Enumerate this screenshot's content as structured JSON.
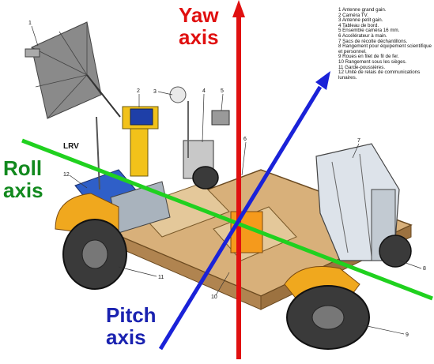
{
  "axes": {
    "yaw": "Yaw\naxis",
    "roll": "Roll\naxis",
    "pitch": "Pitch\naxis"
  },
  "vehicle_label": "LRV",
  "legend": [
    "1 Antenne grand gain.",
    "2 Caméra TV.",
    "3 Antenne petit gain.",
    "4 Tableau de bord.",
    "5 Ensemble caméra 16 mm.",
    "6 Accélérateur à main.",
    "7 Sacs de récolte déchantillons.",
    "8 Rangement pour équipement scientifique et personnel.",
    "9 Roues en filet de fil de fer.",
    "10 Rangement sous les sièges.",
    "11 Garde-poussières.",
    "12 Unité de relais de communications lunaires."
  ],
  "callouts": [
    "1",
    "2",
    "3",
    "4",
    "5",
    "6",
    "7",
    "8",
    "9",
    "10",
    "11",
    "12"
  ],
  "colors": {
    "yaw": "#e01010",
    "roll": "#12891e",
    "pitch": "#1a22b0",
    "chassis": "#c9a06a",
    "fenders": "#f0a81e",
    "tires": "#3a3a3a",
    "antenna": "#7a7a7a"
  }
}
